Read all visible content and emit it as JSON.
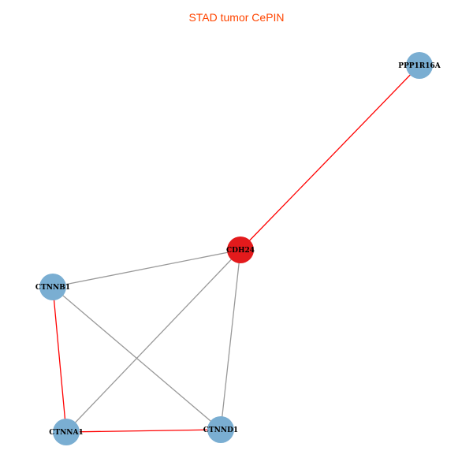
{
  "title": "STAD tumor CePIN",
  "colors": {
    "node": "#7aaed2",
    "highlight_node": "#e31a1c",
    "red_edge": "#ff0000",
    "gray_edge": "#999999"
  },
  "nodes": [
    {
      "id": "PPP1R16A",
      "highlight": false
    },
    {
      "id": "CDH24",
      "highlight": true
    },
    {
      "id": "CTNNB1",
      "highlight": false
    },
    {
      "id": "CTNNA1",
      "highlight": false
    },
    {
      "id": "CTNND1",
      "highlight": false
    }
  ],
  "edges": [
    {
      "source": "CDH24",
      "target": "PPP1R16A",
      "type": "red"
    },
    {
      "source": "CDH24",
      "target": "CTNNB1",
      "type": "gray"
    },
    {
      "source": "CDH24",
      "target": "CTNNA1",
      "type": "gray"
    },
    {
      "source": "CDH24",
      "target": "CTNND1",
      "type": "gray"
    },
    {
      "source": "CTNNB1",
      "target": "CTNND1",
      "type": "gray"
    },
    {
      "source": "CTNNB1",
      "target": "CTNNA1",
      "type": "red"
    },
    {
      "source": "CTNNA1",
      "target": "CTNND1",
      "type": "red"
    }
  ]
}
